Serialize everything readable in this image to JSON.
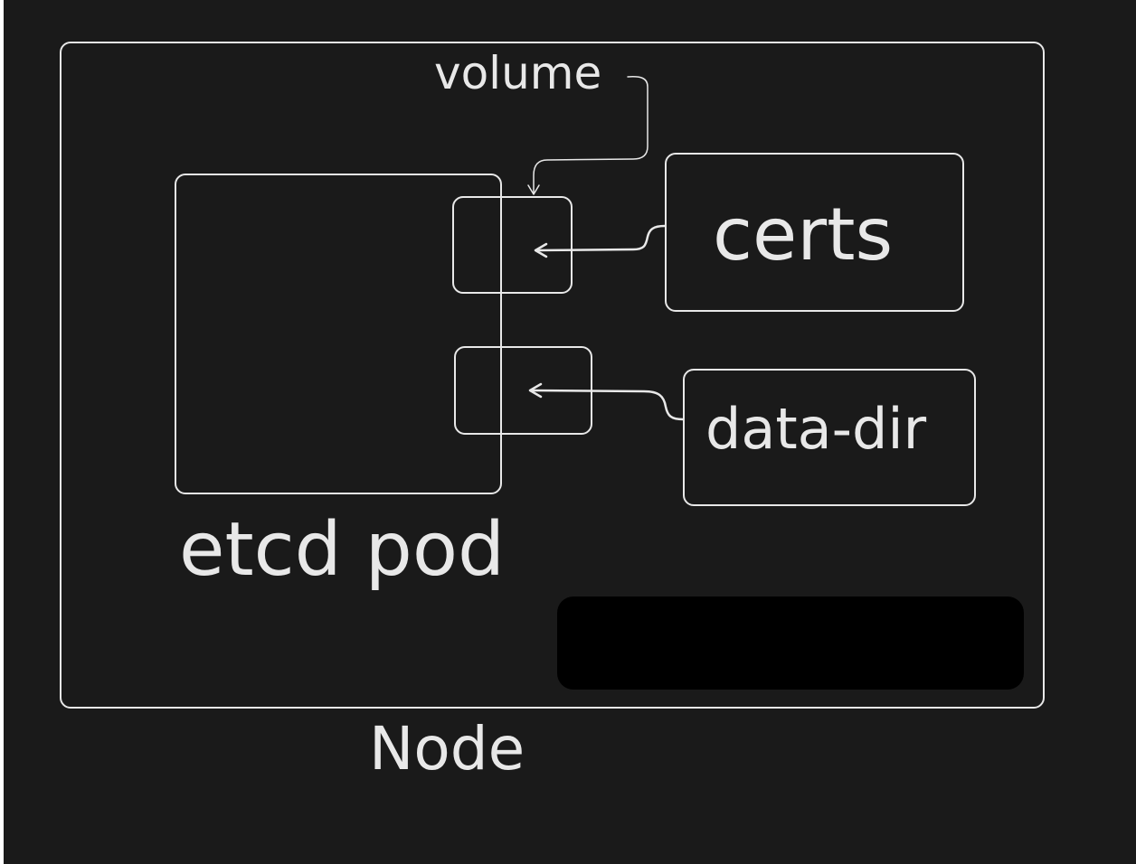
{
  "diagram": {
    "colors": {
      "background": "#1a1a1a",
      "stroke": "#e8e8e8",
      "redaction": "#000000"
    },
    "labels": {
      "volume": "volume",
      "certs": "certs",
      "data_dir": "data-dir",
      "etcd_pod": "etcd pod",
      "node": "Node"
    }
  }
}
